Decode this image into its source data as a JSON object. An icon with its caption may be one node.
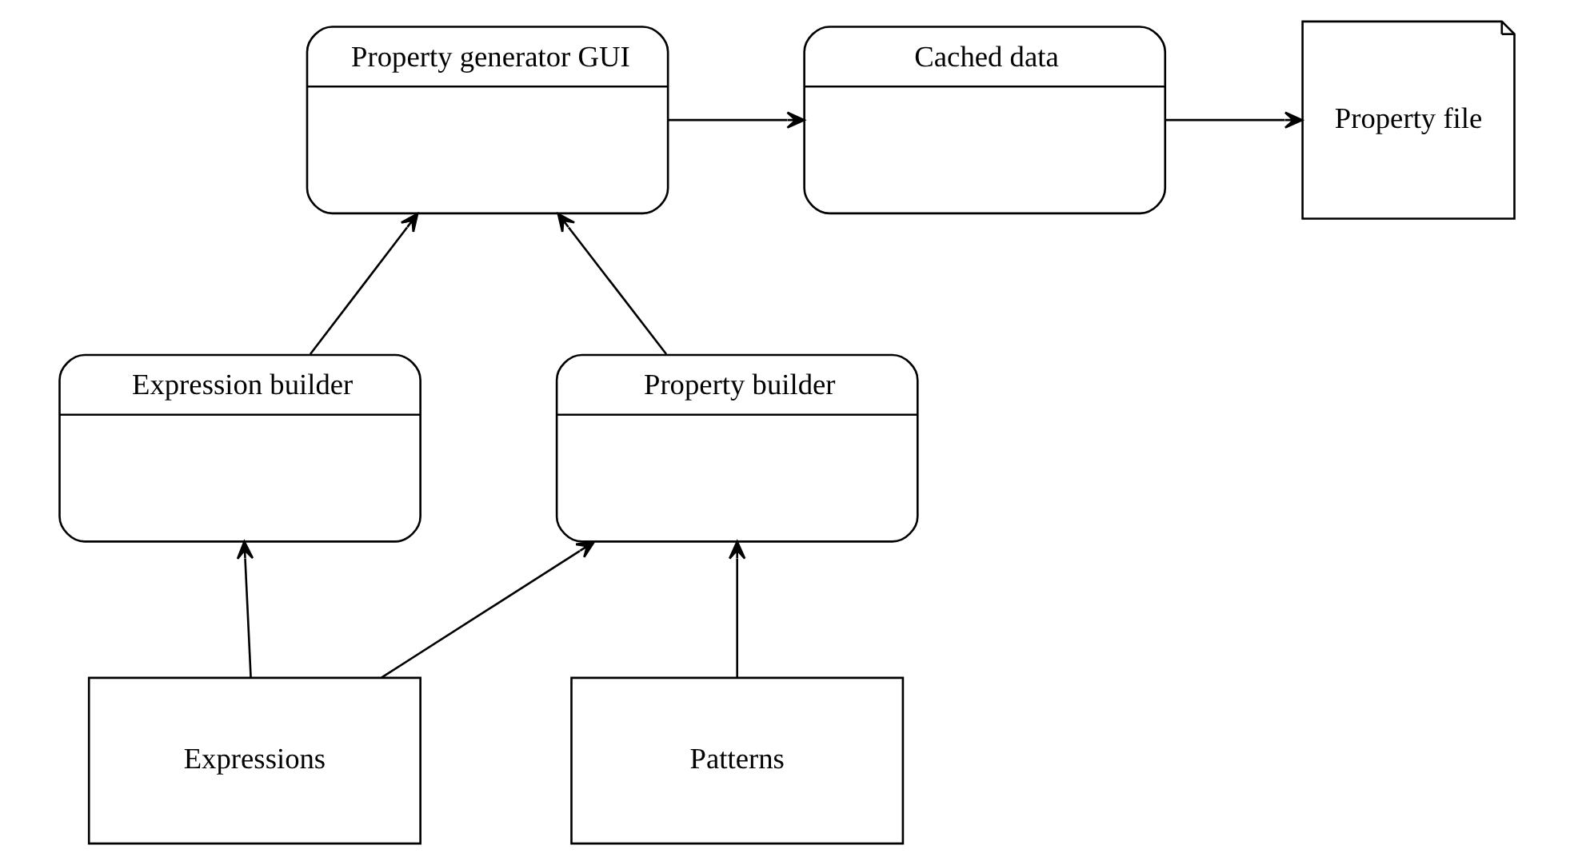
{
  "diagram": {
    "nodes": [
      {
        "text": [
          "Property generator GUI"
        ]
      },
      {
        "text": [
          "Cached data"
        ]
      },
      {
        "text": [
          "Property file"
        ]
      },
      {
        "text": [
          "Expression builder"
        ]
      },
      {
        "text": [
          "Property builder"
        ]
      },
      {
        "text": [
          "Expressions"
        ]
      },
      {
        "text": [
          "Patterns"
        ]
      }
    ],
    "edges": [
      {
        "from": 0,
        "to": 1,
        "arrow": "to"
      },
      {
        "from": 1,
        "to": 2,
        "arrow": "to"
      },
      {
        "from": 3,
        "to": 0,
        "arrow": "to"
      },
      {
        "from": 4,
        "to": 0,
        "arrow": "to"
      },
      {
        "from": 5,
        "to": 3,
        "arrow": "to"
      },
      {
        "from": 5,
        "to": 4,
        "arrow": "to"
      },
      {
        "from": 6,
        "to": 4,
        "arrow": "to"
      }
    ]
  }
}
